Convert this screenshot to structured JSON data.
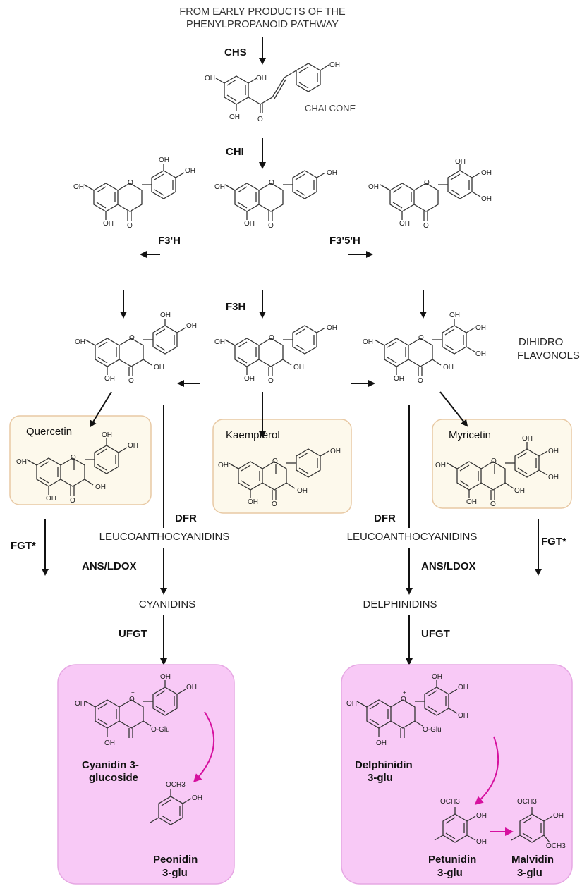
{
  "header": {
    "line1": "FROM EARLY PRODUCTS OF THE",
    "line2": "PHENYLPROPANOID PATHWAY"
  },
  "enzymes": {
    "chs": "CHS",
    "chi": "CHI",
    "f3h_prime": "F3'H",
    "f35h": "F3'5'H",
    "f3h": "F3H",
    "dfr_left": "DFR",
    "dfr_right": "DFR",
    "ans_left": "ANS/LDOX",
    "ans_right": "ANS/LDOX",
    "ufgt_left": "UFGT",
    "ufgt_right": "UFGT",
    "fgt_left": "FGT*",
    "fgt_right": "FGT*"
  },
  "labels": {
    "chalcone": "CHALCONE",
    "dihidro_line1": "DIHIDRO",
    "dihidro_line2": "FLAVONOLS",
    "leuco_left": "LEUCOANTHOCYANIDINS",
    "leuco_right": "LEUCOANTHOCYANIDINS",
    "cyanidins": "CYANIDINS",
    "delphinidins": "DELPHINIDINS"
  },
  "flavonols": {
    "quercetin": "Quercetin",
    "kaempferol": "Kaempferol",
    "myricetin": "Myricetin"
  },
  "anthocyanins": {
    "cyanidin_line1": "Cyanidin 3-",
    "cyanidin_line2": "glucoside",
    "peonidin_line1": "Peonidin",
    "peonidin_line2": "3-glu",
    "delphinidin_line1": "Delphinidin",
    "delphinidin_line2": "3-glu",
    "petunidin_line1": "Petunidin",
    "petunidin_line2": "3-glu",
    "malvidin_line1": "Malvidin",
    "malvidin_line2": "3-glu"
  },
  "atoms": {
    "oh": "OH",
    "o": "O",
    "och3": "OCH3",
    "oglu": "O-Glu",
    "oplus": "O",
    "plus": "+"
  },
  "colors": {
    "flavonol_box_fill": "#fdf9ec",
    "flavonol_box_border": "#e8c9a4",
    "anthocyanin_box_fill": "#f8c9f6",
    "anthocyanin_box_border": "#e6a7e3",
    "methylation_arrow": "#d6119f"
  }
}
